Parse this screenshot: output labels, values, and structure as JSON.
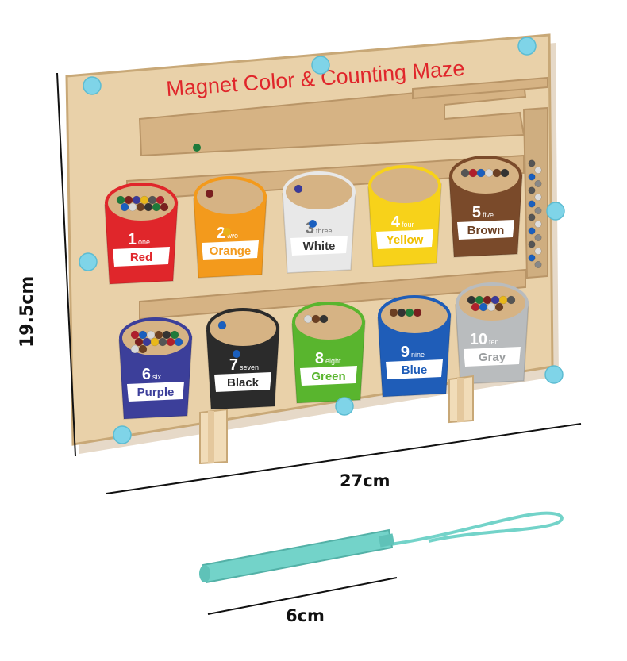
{
  "title": "Magnet Color & Counting Maze",
  "dimensions": {
    "height": "19.5cm",
    "width": "27cm",
    "wand_length": "6cm"
  },
  "buckets": [
    {
      "num": "1",
      "word": "one",
      "color_name": "Red",
      "color": "#e0262b",
      "label_color": "#e0262b"
    },
    {
      "num": "2",
      "word": "two",
      "color_name": "Orange",
      "color": "#f39a1c",
      "label_color": "#f39a1c"
    },
    {
      "num": "3",
      "word": "three",
      "color_name": "White",
      "color": "#e8e8e8",
      "label_color": "#333333"
    },
    {
      "num": "4",
      "word": "four",
      "color_name": "Yellow",
      "color": "#f7d21a",
      "label_color": "#f0c000"
    },
    {
      "num": "5",
      "word": "five",
      "color_name": "Brown",
      "color": "#7a4a2a",
      "label_color": "#6b3f22"
    },
    {
      "num": "6",
      "word": "six",
      "color_name": "Purple",
      "color": "#3c3f9a",
      "label_color": "#3c3f9a"
    },
    {
      "num": "7",
      "word": "seven",
      "color_name": "Black",
      "color": "#2b2b2b",
      "label_color": "#2b2b2b"
    },
    {
      "num": "8",
      "word": "eight",
      "color_name": "Green",
      "color": "#59b52e",
      "label_color": "#59b52e"
    },
    {
      "num": "9",
      "word": "nine",
      "color_name": "Blue",
      "color": "#1f5db8",
      "label_color": "#1f5db8"
    },
    {
      "num": "10",
      "word": "ten",
      "color_name": "Gray",
      "color": "#b9bcbe",
      "label_color": "#9a9d9f"
    }
  ],
  "colors": {
    "board": "#e9d1a9",
    "board_edge": "#c8a877",
    "channel": "#d8b98a",
    "title_red": "#e0262b",
    "peg": "#7fd4e8",
    "wand": "#73d3c9"
  }
}
